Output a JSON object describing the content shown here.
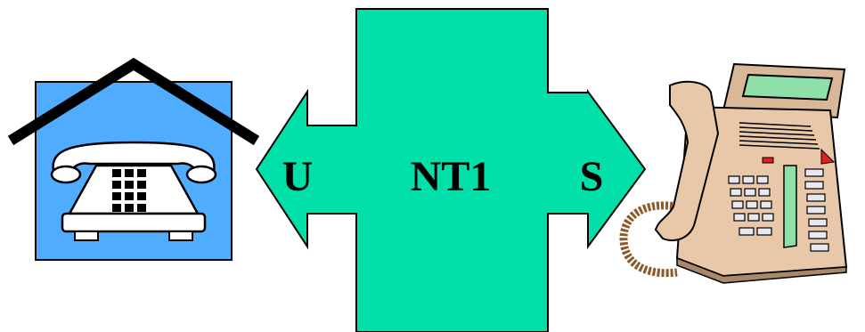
{
  "labels": {
    "left_interface": "U",
    "center_device": "NT1",
    "right_interface": "S"
  },
  "colors": {
    "nt1_fill": "#00E0A8",
    "house_wall": "#4FACFF",
    "roof": "#000000",
    "phone_body": "#E8C8A8",
    "phone_display": "#8FE0A8",
    "cord": "#A0703A"
  },
  "icons": [
    "house-icon",
    "rotary-phone-icon",
    "desk-phone-icon"
  ]
}
